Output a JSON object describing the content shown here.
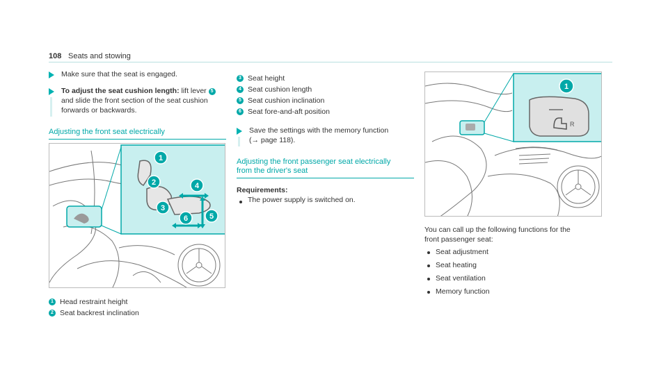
{
  "header": {
    "page_number": "108",
    "section": "Seats and stowing"
  },
  "col1": {
    "instr1": "Make sure that the seat is engaged.",
    "instr2_bold": "To adjust the seat cushion length:",
    "instr2_pre": "lift lever",
    "instr2_ref": "5",
    "instr2_post": "and slide the front section of the seat cushion forwards or backwards.",
    "heading": "Adjusting the front seat electrically",
    "legend": [
      {
        "num": "1",
        "text": "Head restraint height"
      },
      {
        "num": "2",
        "text": "Seat backrest inclination"
      }
    ]
  },
  "figure1": {
    "callouts": [
      "1",
      "2",
      "3",
      "4",
      "5",
      "6"
    ]
  },
  "col2": {
    "legend": [
      {
        "num": "3",
        "text": "Seat height"
      },
      {
        "num": "4",
        "text": "Seat cushion length"
      },
      {
        "num": "5",
        "text": "Seat cushion inclination"
      },
      {
        "num": "6",
        "text": "Seat fore-and-aft position"
      }
    ],
    "instr_line1": "Save the settings with the memory function",
    "instr_line2": "(→ page 118).",
    "heading_line1": "Adjusting the front passenger seat electrically",
    "heading_line2": "from the driver's seat",
    "requirements_label": "Requirements:",
    "requirement": "The power supply is switched on."
  },
  "figure2": {
    "callout": "1"
  },
  "col3": {
    "intro_line1": "You can call up the following functions for the",
    "intro_line2": "front passenger seat:",
    "bullets": [
      "Seat adjustment",
      "Seat heating",
      "Seat ventilation",
      "Memory function"
    ]
  },
  "colors": {
    "accent": "#00a8a8",
    "highlight": "#c8efef"
  }
}
